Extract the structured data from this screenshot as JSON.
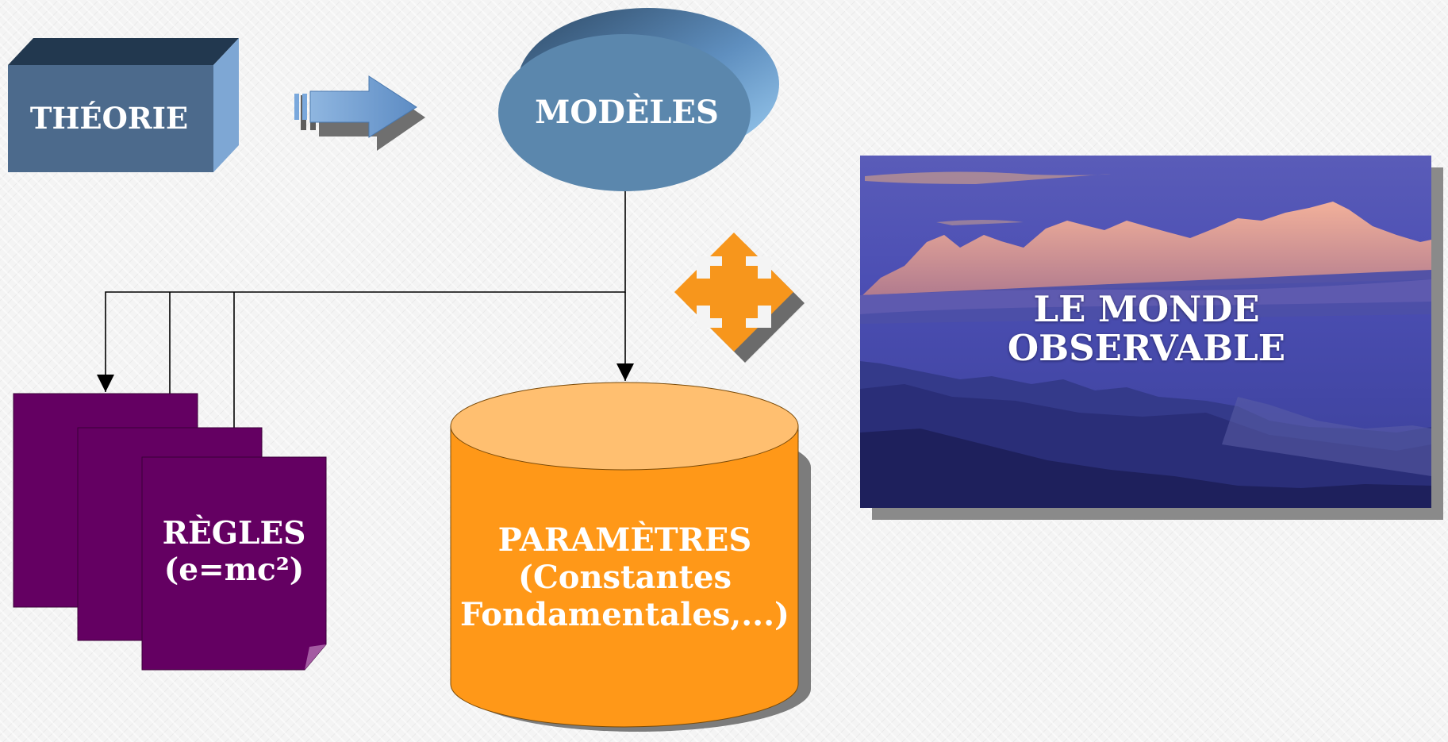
{
  "theorie": {
    "label": "THÉORIE"
  },
  "modeles": {
    "label": "MODÈLES"
  },
  "regles": {
    "lines": [
      "RÈGLES",
      "(e=mc²)"
    ]
  },
  "parametres": {
    "lines": [
      "PARAMÈTRES",
      "(Constantes",
      "Fondamentales,...)"
    ]
  },
  "monde": {
    "lines": [
      "LE MONDE",
      "OBSERVABLE"
    ]
  },
  "icons": {
    "arrow": "right-arrow-icon",
    "move": "four-way-arrows-icon",
    "landscape": "mountain-landscape-image"
  },
  "colors": {
    "theorie_box": "#4c6a8c",
    "modeles_ellipse": "#5b87ad",
    "regles_pages": "#640062",
    "parametres_cylinder": "#ff9818",
    "move_icon": "#f7961c",
    "arrow_icon": "#6a99cc"
  }
}
